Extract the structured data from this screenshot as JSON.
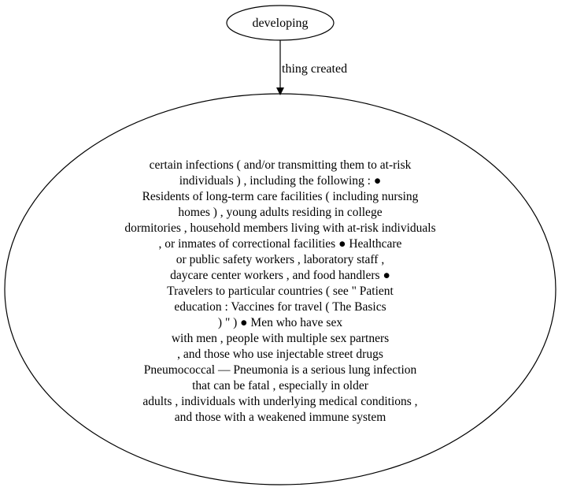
{
  "diagram": {
    "nodes": [
      {
        "id": "developing",
        "label": "developing"
      },
      {
        "id": "infections",
        "lines": [
          "certain infections ( and/or transmitting them to at-risk",
          "individuals ) , including the following : ●",
          "Residents of long-term care facilities ( including nursing",
          "homes ) , young adults residing in college",
          "dormitories , household members living with at-risk individuals",
          ", or inmates of correctional facilities ● Healthcare",
          "or public safety workers , laboratory staff ,",
          "daycare center workers , and food handlers ●",
          "Travelers to particular countries ( see \" Patient",
          "education : Vaccines for travel ( The Basics",
          ") \" ) ● Men who have sex",
          "with men , people with multiple sex partners",
          ", and those who use injectable street drugs",
          "Pneumococcal — Pneumonia is a serious lung infection",
          "that can be fatal , especially in older",
          "adults , individuals with underlying medical conditions ,",
          "and those with a weakened immune system"
        ]
      }
    ],
    "edges": [
      {
        "from": "developing",
        "to": "infections",
        "label": "thing created"
      }
    ]
  }
}
